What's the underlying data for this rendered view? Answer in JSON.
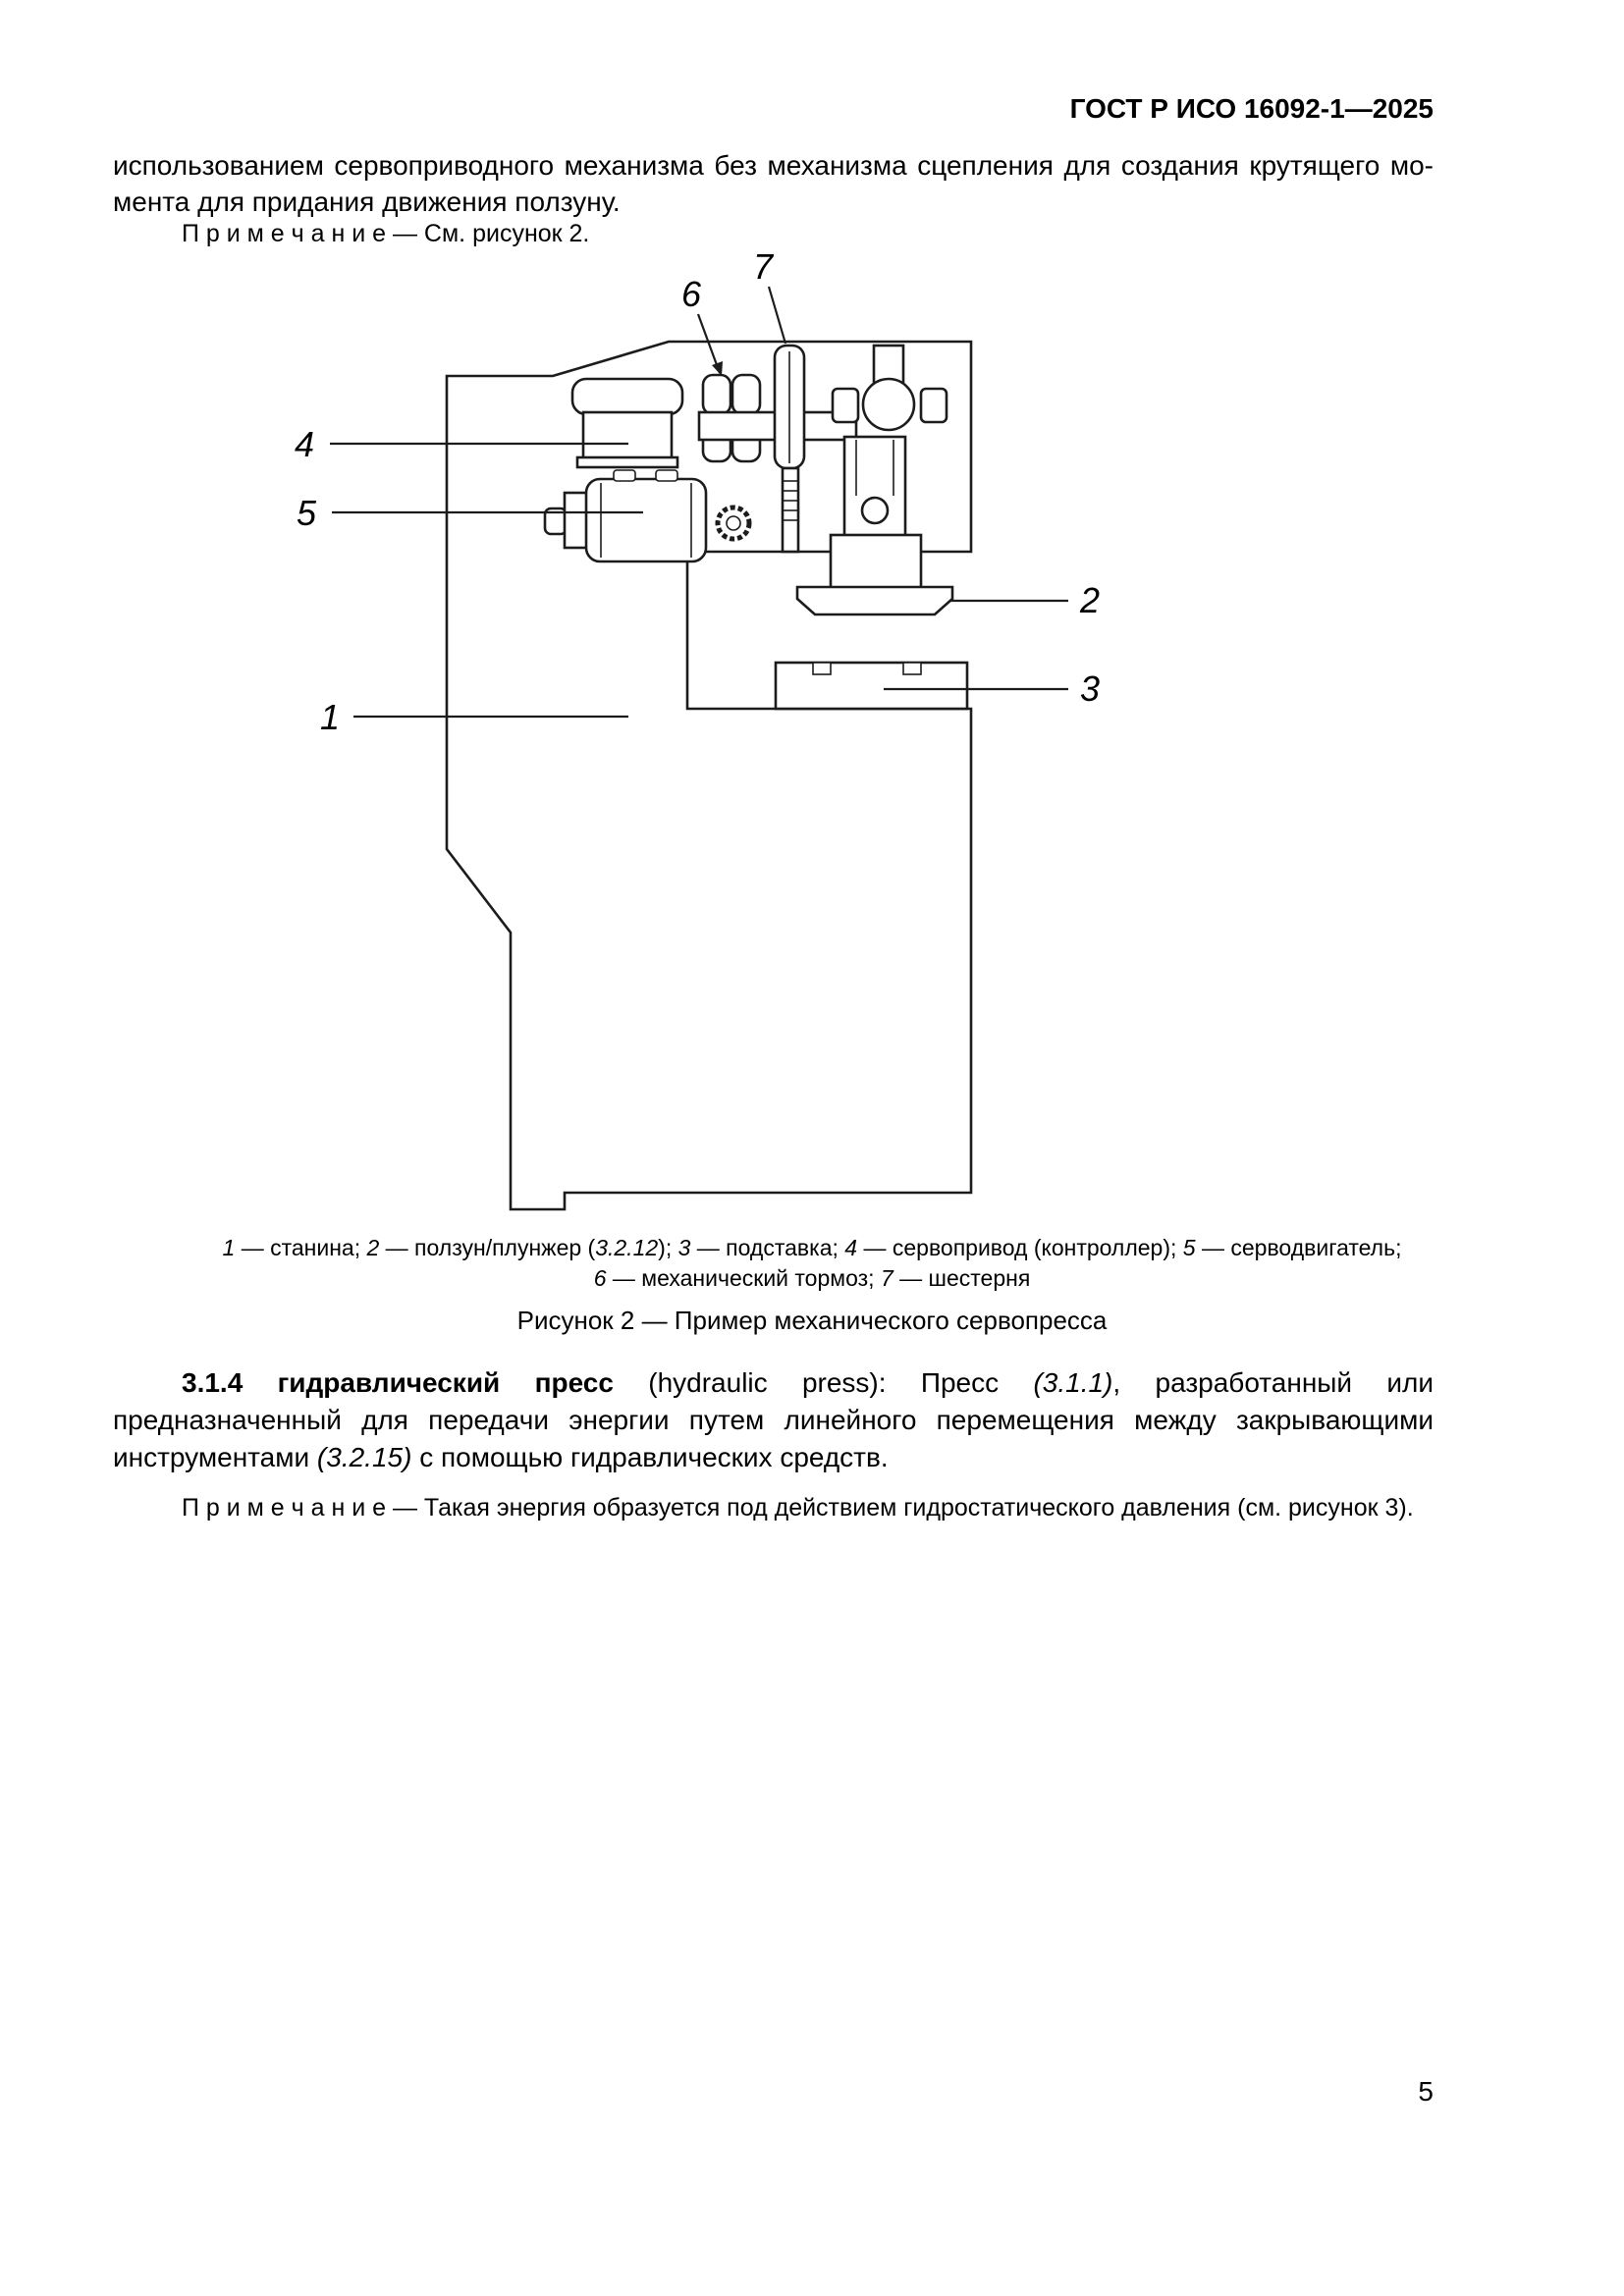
{
  "header": {
    "title": "ГОСТ Р ИСО 16092-1—2025"
  },
  "intro": {
    "line1": "использованием сервоприводного механизма без механизма сцепления для создания крутящего мо-",
    "line2": "мента для придания движения ползуну."
  },
  "note1": {
    "text": "П р и м е ч а н и е  —  См. рисунок 2."
  },
  "figure": {
    "callouts": {
      "1": "1",
      "2": "2",
      "3": "3",
      "4": "4",
      "5": "5",
      "6": "6",
      "7": "7"
    },
    "caption_lines": {
      "0": [
        {
          "t": "1",
          "i": true
        },
        {
          "t": " — станина; "
        },
        {
          "t": "2",
          "i": true
        },
        {
          "t": " — ползун/плунжер ("
        },
        {
          "t": "3.2.12",
          "i": true
        },
        {
          "t": "); "
        },
        {
          "t": "3",
          "i": true
        },
        {
          "t": " — подставка; "
        },
        {
          "t": "4",
          "i": true
        },
        {
          "t": " — сервопривод (контроллер); "
        },
        {
          "t": "5",
          "i": true
        },
        {
          "t": " — серводвигатель;"
        }
      ],
      "1": [
        {
          "t": "6",
          "i": true
        },
        {
          "t": " — механический тормоз; "
        },
        {
          "t": "7",
          "i": true
        },
        {
          "t": " — шестерня"
        }
      ]
    },
    "title": "Рисунок 2 — Пример механического сервопресса"
  },
  "term": {
    "segments": [
      {
        "t": "3.1.4 ",
        "b": true
      },
      {
        "t": "гидравлический пресс",
        "b": true
      },
      {
        "t": " (hydraulic press): Пресс "
      },
      {
        "t": "(3.1.1)",
        "i": true
      },
      {
        "t": ", разработанный или предназначенный для передачи энергии путем линейного перемещения между закрывающими инструментами "
      },
      {
        "t": "(3.2.15)",
        "i": true
      },
      {
        "t": " с помощью гидравлических средств."
      }
    ]
  },
  "note2": {
    "text": "П р и м е ч а н и е  —  Такая энергия образуется под действием гидростатического давления (см. рисунок 3)."
  },
  "page": {
    "number": "5"
  }
}
